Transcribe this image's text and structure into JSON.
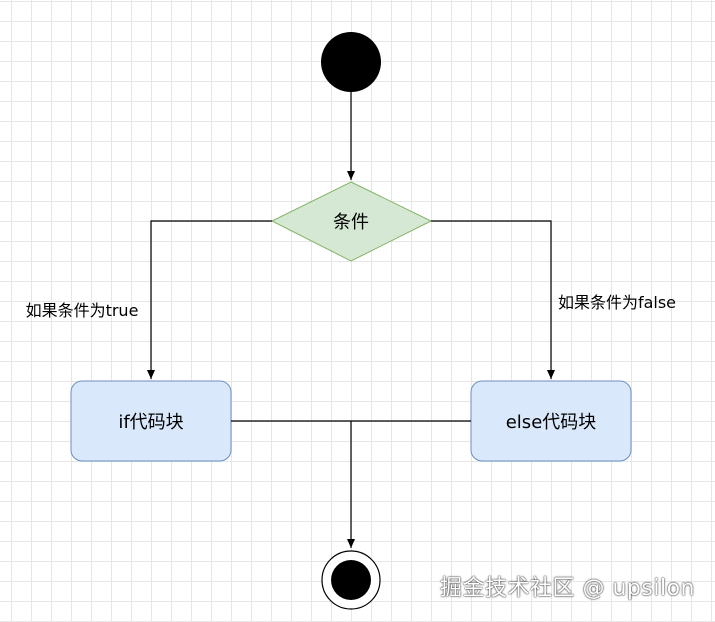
{
  "diagram": {
    "decision_label": "条件",
    "true_branch_label": "如果条件为true",
    "false_branch_label": "如果条件为false",
    "if_block_label": "if代码块",
    "else_block_label": "else代码块"
  },
  "watermark": {
    "text": "掘金技术社区 @ upsilon"
  },
  "colors": {
    "decision_fill": "#d5e8d4",
    "decision_stroke": "#82b366",
    "block_fill": "#dae8fc",
    "block_stroke": "#6c8ebf",
    "node_fill": "#000000",
    "line": "#000000",
    "grid": "#e6e6e6"
  }
}
